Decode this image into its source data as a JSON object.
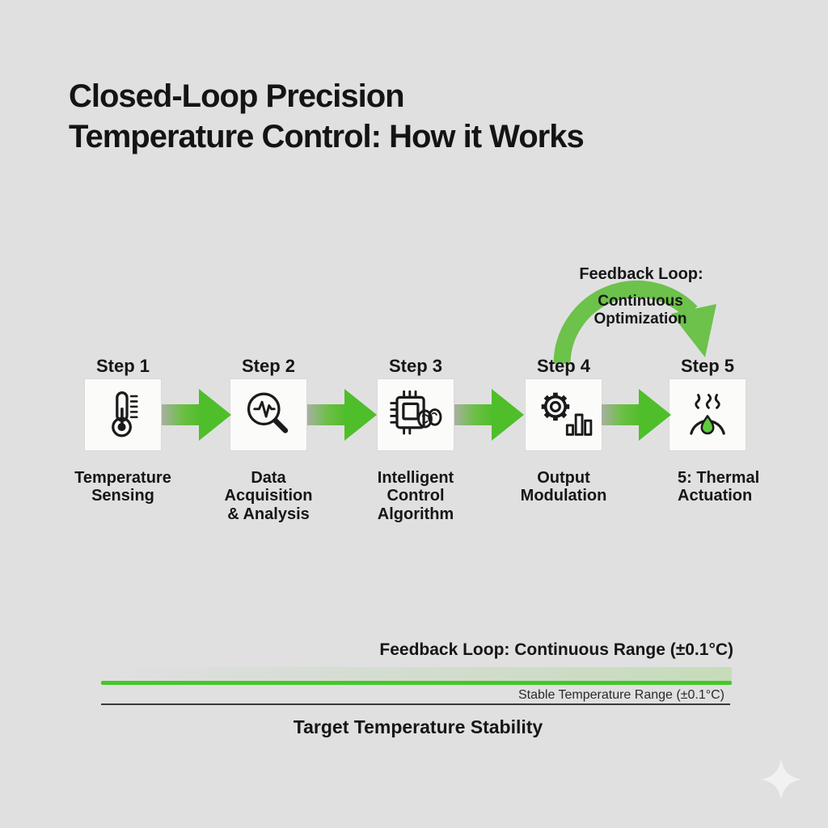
{
  "colors": {
    "background": "#e0e0e1",
    "arrow_green": "#4fbe2b",
    "arc_green": "#6cc24b",
    "line_green": "#45c728",
    "flame_green": "#5fcb3e",
    "text": "#141414"
  },
  "title": "Closed-Loop Precision\nTemperature Control: How it Works",
  "feedback_arc": {
    "heading": "Feedback Loop:",
    "subtext": "Continuous\nOptimization"
  },
  "steps": [
    {
      "label": "Step 1",
      "icon": "thermometer-icon",
      "caption": "Temperature\nSensing"
    },
    {
      "label": "Step 2",
      "icon": "magnifier-waveform-icon",
      "caption": "Data\nAcquisition\n& Analysis"
    },
    {
      "label": "Step 3",
      "icon": "chip-brain-icon",
      "caption": "Intelligent\nControl\nAlgorithm"
    },
    {
      "label": "Step 4",
      "icon": "gear-bars-icon",
      "caption": "Output\nModulation"
    },
    {
      "label": "Step 5",
      "icon": "thermal-flame-icon",
      "caption": "5: Thermal\nActuation"
    }
  ],
  "stability_chart": {
    "feedback_range_label": "Feedback Loop: Continuous Range (±0.1°C)",
    "stable_range_label": "Stable Temperature Range (±0.1°C)",
    "axis_label": "Target Temperature Stability"
  },
  "watermark": "sparkle-icon"
}
